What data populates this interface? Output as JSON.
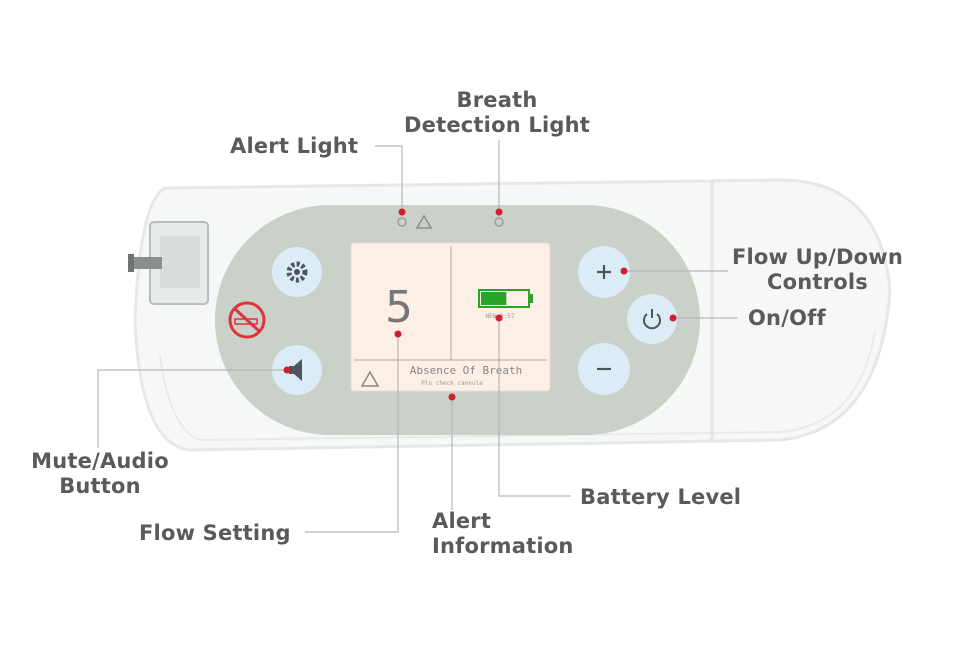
{
  "labels": {
    "alert_light": "Alert Light",
    "breath_detection_light": [
      "Breath",
      "Detection Light"
    ],
    "flow_controls": [
      "Flow Up/Down",
      "Controls"
    ],
    "on_off": "On/Off",
    "mute_audio": [
      "Mute/Audio",
      "Button"
    ],
    "flow_setting": "Flow Setting",
    "alert_information": [
      "Alert",
      "Information"
    ],
    "battery_level": "Battery Level"
  },
  "screen": {
    "flow_value": "5",
    "alert_text": "Absence Of Breath",
    "alert_subtext": "Pls check cannula",
    "battery_caption": "NEW 0:57",
    "battery_level": 0.55
  },
  "colors": {
    "marker": "#d0202f",
    "button": "#dcecf6",
    "panel": "#c9d1c9",
    "screen": "#fbefe6",
    "battery": "#2aa52a"
  },
  "icons": [
    "gear-icon",
    "no-smoking-icon",
    "speaker-icon",
    "plus-icon",
    "power-icon",
    "minus-icon",
    "warning-triangle-icon"
  ]
}
